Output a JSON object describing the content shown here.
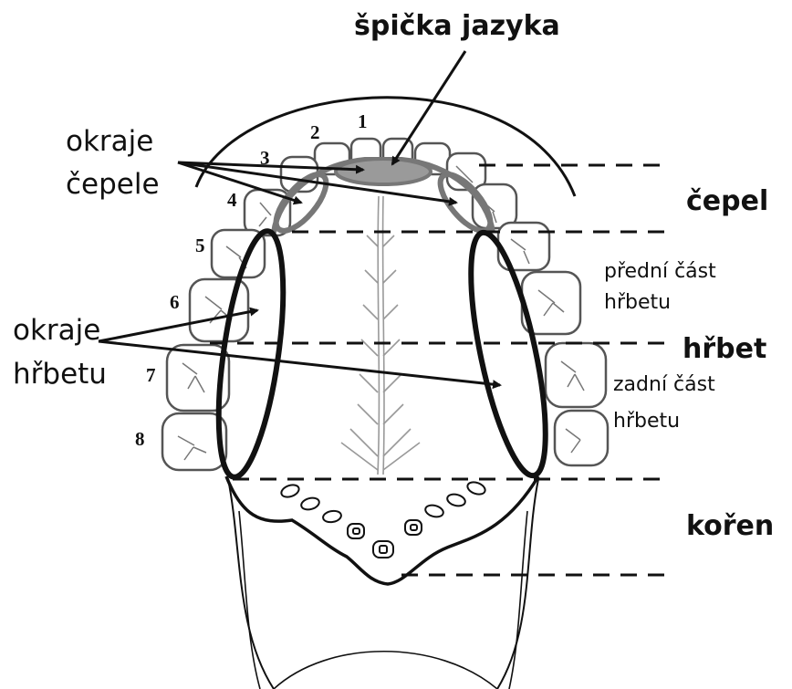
{
  "labels": {
    "tip": "špička jazyka",
    "blade_edges": [
      "okraje",
      "čepele"
    ],
    "blade": "čepel",
    "front_dorsum": [
      "přední část",
      "hřbetu"
    ],
    "dorsum": "hřbet",
    "dorsum_edges": [
      "okraje",
      "hřbetu"
    ],
    "back_dorsum": [
      "zadní část",
      "hřbetu"
    ],
    "root": "kořen"
  },
  "teeth_numbers": [
    "1",
    "2",
    "3",
    "4",
    "5",
    "6",
    "7",
    "8"
  ],
  "colors": {
    "ink": "#111111",
    "tooth_outline": "#555555",
    "tip_fill": "#9a9a9a",
    "blade_edge": "#777777",
    "background": "#ffffff"
  }
}
